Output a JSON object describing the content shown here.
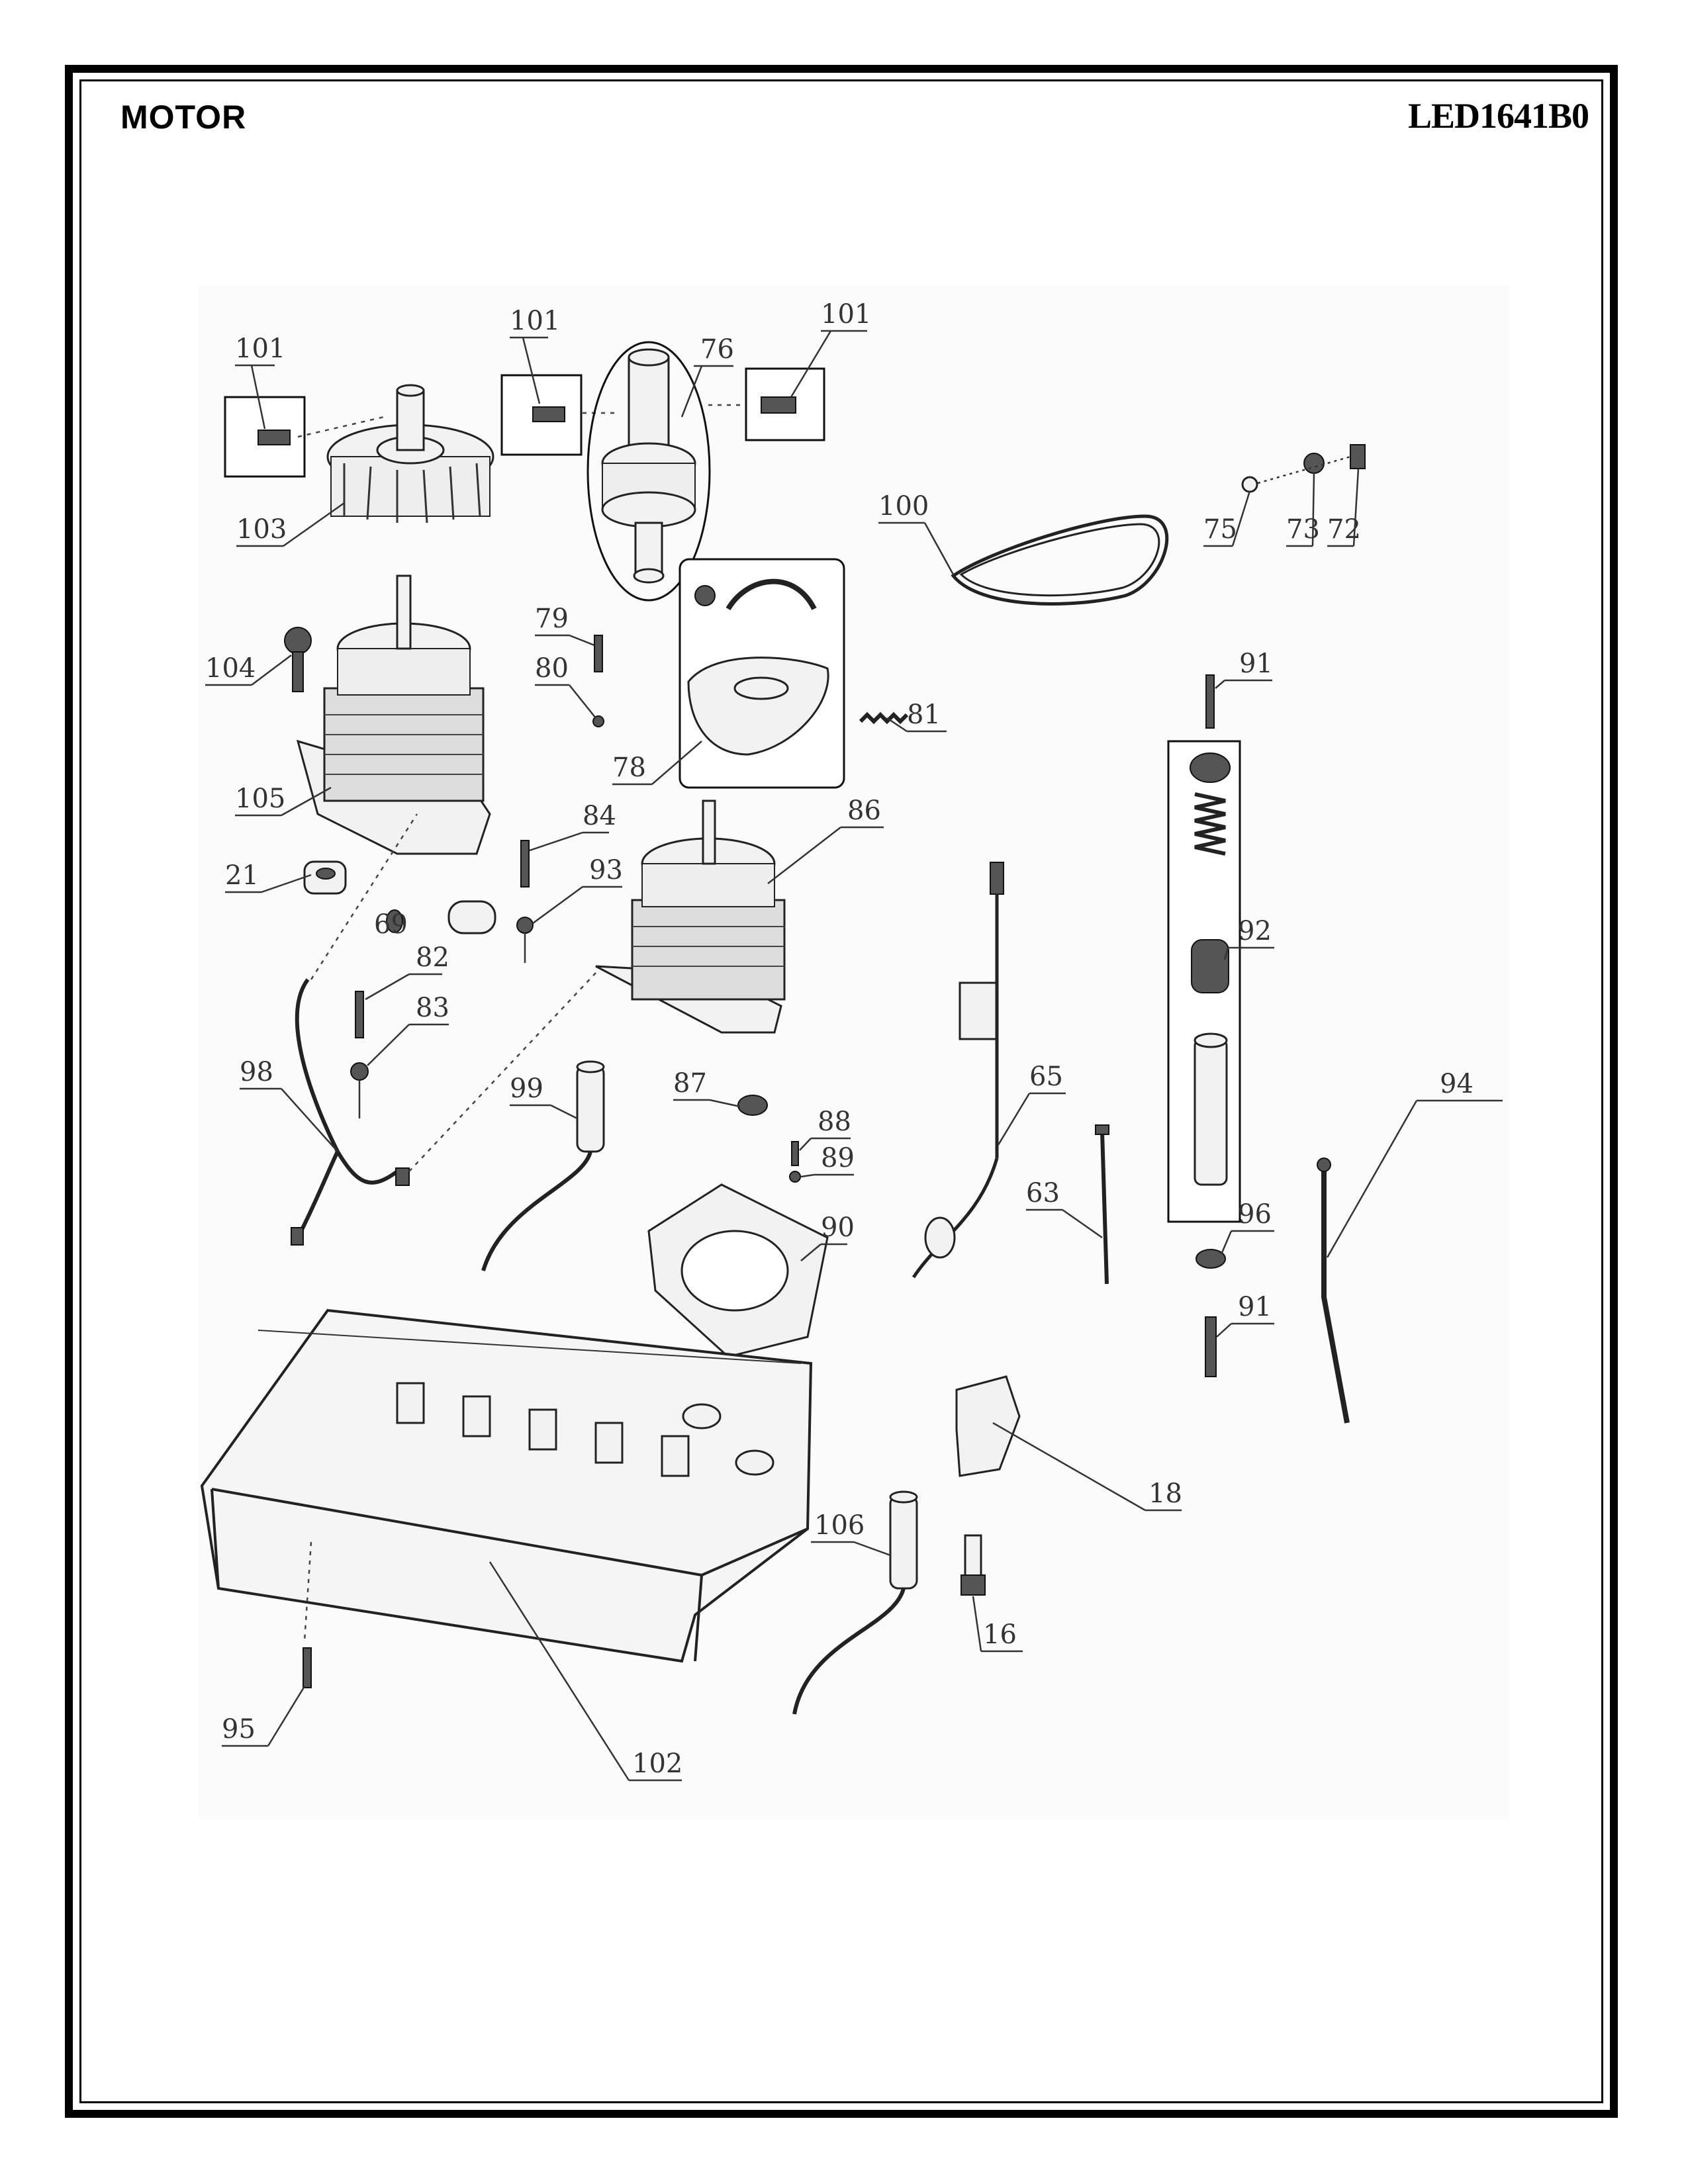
{
  "page": {
    "section_title": "MOTOR",
    "model_code": "LED1641B0"
  },
  "callouts": [
    {
      "id": "c101a",
      "label": "101"
    },
    {
      "id": "c101b",
      "label": "101"
    },
    {
      "id": "c76",
      "label": "76"
    },
    {
      "id": "c101c",
      "label": "101"
    },
    {
      "id": "c103",
      "label": "103"
    },
    {
      "id": "c100",
      "label": "100"
    },
    {
      "id": "c75",
      "label": "75"
    },
    {
      "id": "c73",
      "label": "73"
    },
    {
      "id": "c72",
      "label": "72"
    },
    {
      "id": "c104",
      "label": "104"
    },
    {
      "id": "c79",
      "label": "79"
    },
    {
      "id": "c80",
      "label": "80"
    },
    {
      "id": "c78",
      "label": "78"
    },
    {
      "id": "c81",
      "label": "81"
    },
    {
      "id": "c91a",
      "label": "91"
    },
    {
      "id": "c105",
      "label": "105"
    },
    {
      "id": "c84",
      "label": "84"
    },
    {
      "id": "c86",
      "label": "86"
    },
    {
      "id": "c21",
      "label": "21"
    },
    {
      "id": "c69",
      "label": "69"
    },
    {
      "id": "c93",
      "label": "93"
    },
    {
      "id": "c92",
      "label": "92"
    },
    {
      "id": "c82",
      "label": "82"
    },
    {
      "id": "c83",
      "label": "83"
    },
    {
      "id": "c98",
      "label": "98"
    },
    {
      "id": "c99",
      "label": "99"
    },
    {
      "id": "c87",
      "label": "87"
    },
    {
      "id": "c65",
      "label": "65"
    },
    {
      "id": "c94",
      "label": "94"
    },
    {
      "id": "c88",
      "label": "88"
    },
    {
      "id": "c89",
      "label": "89"
    },
    {
      "id": "c90",
      "label": "90"
    },
    {
      "id": "c63",
      "label": "63"
    },
    {
      "id": "c96",
      "label": "96"
    },
    {
      "id": "c91b",
      "label": "91"
    },
    {
      "id": "c18",
      "label": "18"
    },
    {
      "id": "c106",
      "label": "106"
    },
    {
      "id": "c16",
      "label": "16"
    },
    {
      "id": "c95",
      "label": "95"
    },
    {
      "id": "c102",
      "label": "102"
    }
  ]
}
